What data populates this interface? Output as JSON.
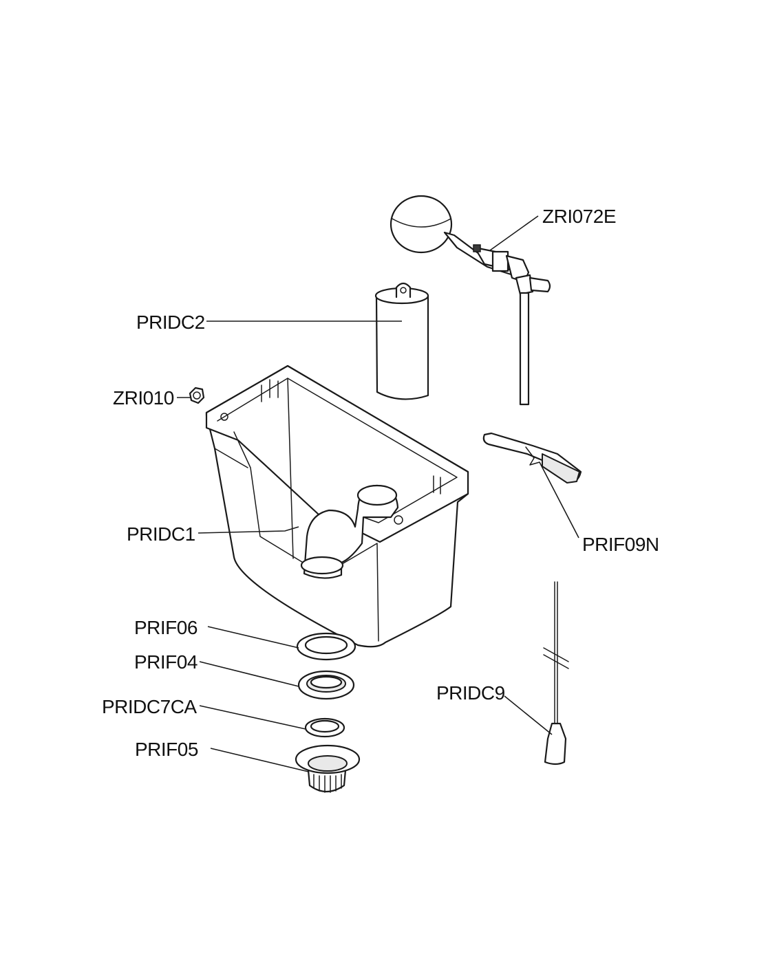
{
  "diagram": {
    "labels": {
      "float_valve": "ZRI072E",
      "float_cylinder": "PRIDC2",
      "plug": "ZRI010",
      "flush_lever": "PRIF09N",
      "tank": "PRIDC1",
      "gasket": "PRIF06",
      "seat_washer": "PRIF04",
      "seal_ring": "PRIDC7CA",
      "drain_nut": "PRIF05",
      "pull_rod": "PRIDC9"
    }
  }
}
